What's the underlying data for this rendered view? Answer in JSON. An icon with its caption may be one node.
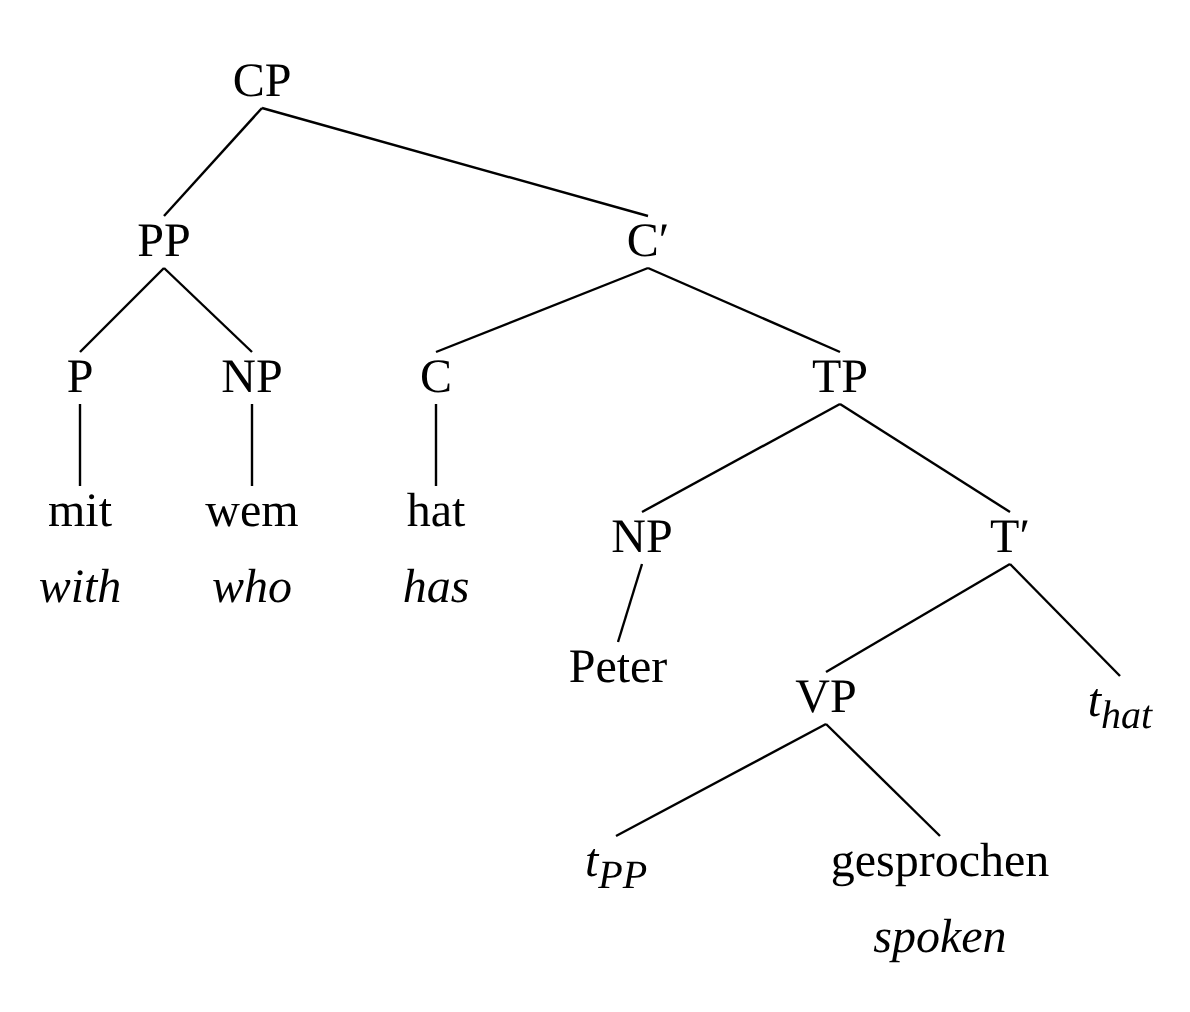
{
  "diagram": {
    "nodes": [
      {
        "text": [
          "CP"
        ]
      },
      {
        "text": [
          "PP"
        ]
      },
      {
        "text": [
          "C′"
        ]
      },
      {
        "text": [
          "P"
        ]
      },
      {
        "text": [
          "NP"
        ]
      },
      {
        "text": [
          "mit",
          "with"
        ]
      },
      {
        "text": [
          "wem",
          "who"
        ]
      },
      {
        "text": [
          "C"
        ]
      },
      {
        "text": [
          "TP"
        ]
      },
      {
        "text": [
          "hat",
          "has"
        ]
      },
      {
        "text": [
          "NP"
        ]
      },
      {
        "text": [
          "T′"
        ]
      },
      {
        "text": [
          "Peter"
        ]
      },
      {
        "text": [
          "VP"
        ]
      },
      {
        "text": [
          "t$_{hat}$"
        ]
      },
      {
        "text": [
          "t$_{PP}$"
        ]
      },
      {
        "text": [
          "gesprochen",
          "spoken"
        ]
      }
    ],
    "edges": [
      {
        "from": 0,
        "to": 1,
        "arrow": "none"
      },
      {
        "from": 0,
        "to": 2,
        "arrow": "none"
      },
      {
        "from": 1,
        "to": 3,
        "arrow": "none"
      },
      {
        "from": 1,
        "to": 4,
        "arrow": "none"
      },
      {
        "from": 3,
        "to": 5,
        "arrow": "none"
      },
      {
        "from": 4,
        "to": 6,
        "arrow": "none"
      },
      {
        "from": 2,
        "to": 7,
        "arrow": "none"
      },
      {
        "from": 2,
        "to": 8,
        "arrow": "none"
      },
      {
        "from": 7,
        "to": 9,
        "arrow": "none"
      },
      {
        "from": 8,
        "to": 10,
        "arrow": "none"
      },
      {
        "from": 8,
        "to": 11,
        "arrow": "none"
      },
      {
        "from": 10,
        "to": 12,
        "arrow": "none"
      },
      {
        "from": 11,
        "to": 13,
        "arrow": "none"
      },
      {
        "from": 11,
        "to": 14,
        "arrow": "none"
      },
      {
        "from": 13,
        "to": 15,
        "arrow": "none"
      },
      {
        "from": 13,
        "to": 16,
        "arrow": "none"
      }
    ]
  }
}
